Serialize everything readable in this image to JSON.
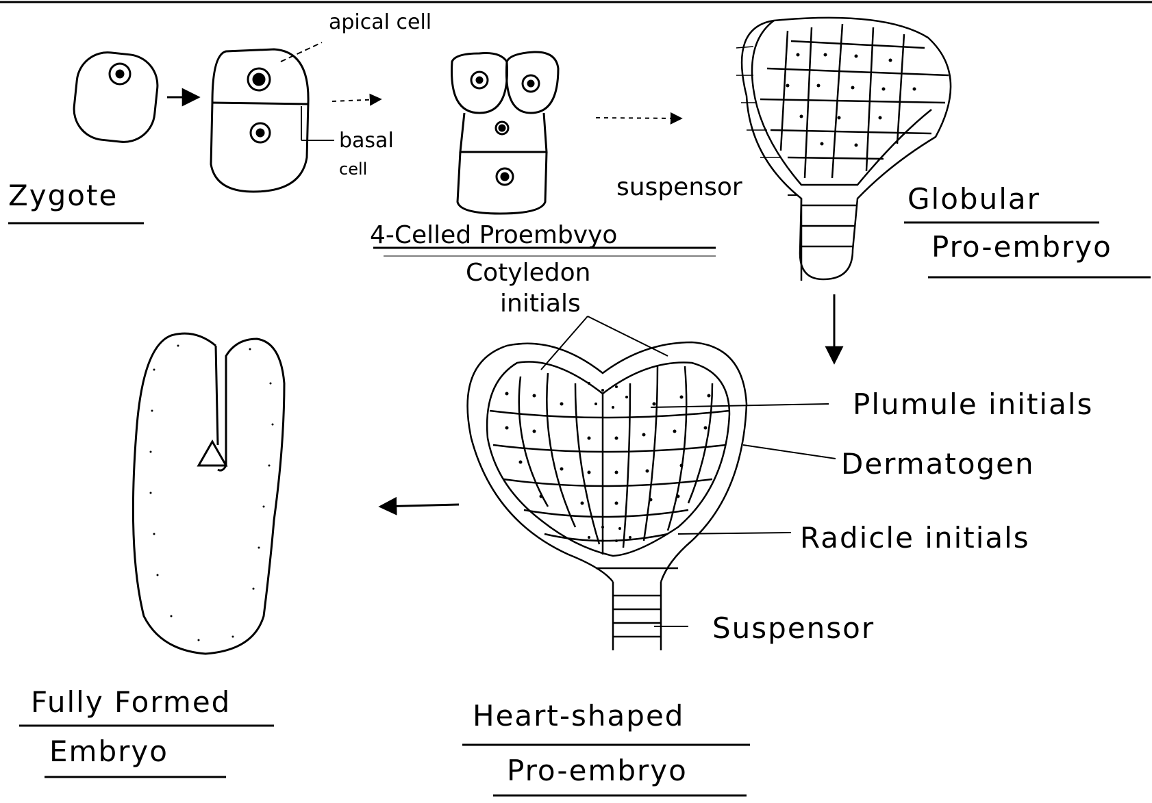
{
  "diagram": {
    "stages": {
      "zygote": "Zygote",
      "four_celled": "4-Celled Proembvyo",
      "globular_1": "Globular",
      "globular_2": "Pro-embryo",
      "heart_1": "Heart-shaped",
      "heart_2": "Pro-embryo",
      "fully_1": "Fully Formed",
      "fully_2": "Embryo"
    },
    "labels": {
      "apical_cell": "apical cell",
      "basal_cell_1": "basal",
      "basal_cell_2": "cell",
      "suspensor_globular": "suspensor",
      "cotyledon_1": "Cotyledon",
      "cotyledon_2": "initials",
      "plumule": "Plumule initials",
      "dermatogen": "Dermatogen",
      "radicle": "Radicle initials",
      "suspensor_heart": "Suspensor"
    },
    "colors": {
      "ink": "#000000",
      "paper": "#ffffff"
    }
  }
}
